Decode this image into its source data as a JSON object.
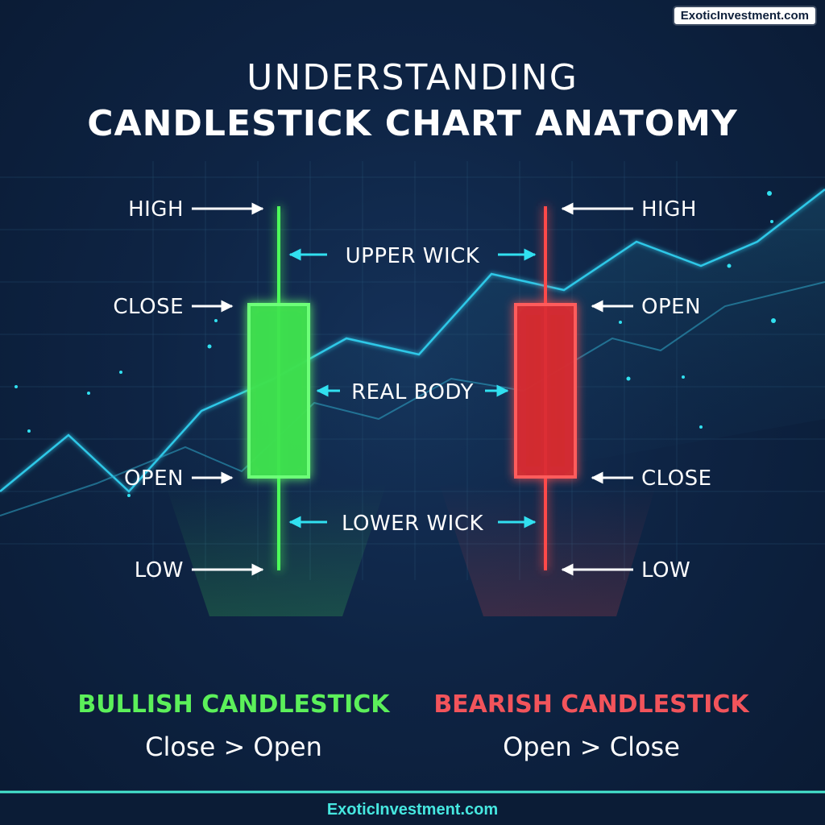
{
  "brand": {
    "badge": "ExoticInvestment.com",
    "footer": "ExoticInvestment.com"
  },
  "title": {
    "line1": "UNDERSTANDING",
    "line2": "CANDLESTICK CHART ANATOMY"
  },
  "bullish": {
    "labels": {
      "high": "HIGH",
      "close": "CLOSE",
      "open": "OPEN",
      "low": "LOW"
    },
    "name": "BULLISH CANDLESTICK",
    "condition": "Close > Open",
    "color": "#4dff5a"
  },
  "bearish": {
    "labels": {
      "high": "HIGH",
      "open": "OPEN",
      "close": "CLOSE",
      "low": "LOW"
    },
    "name": "BEARISH CANDLESTICK",
    "condition": "Open > Close",
    "color": "#ff4a4a"
  },
  "middle_labels": {
    "upper_wick": "UPPER WICK",
    "real_body": "REAL BODY",
    "lower_wick": "LOWER WICK"
  },
  "colors": {
    "background": "#0e2444",
    "accent": "#31e0f0",
    "footer_line": "#46e7d0",
    "bullish_title": "#5cf05a",
    "bearish_title": "#f2545b"
  }
}
